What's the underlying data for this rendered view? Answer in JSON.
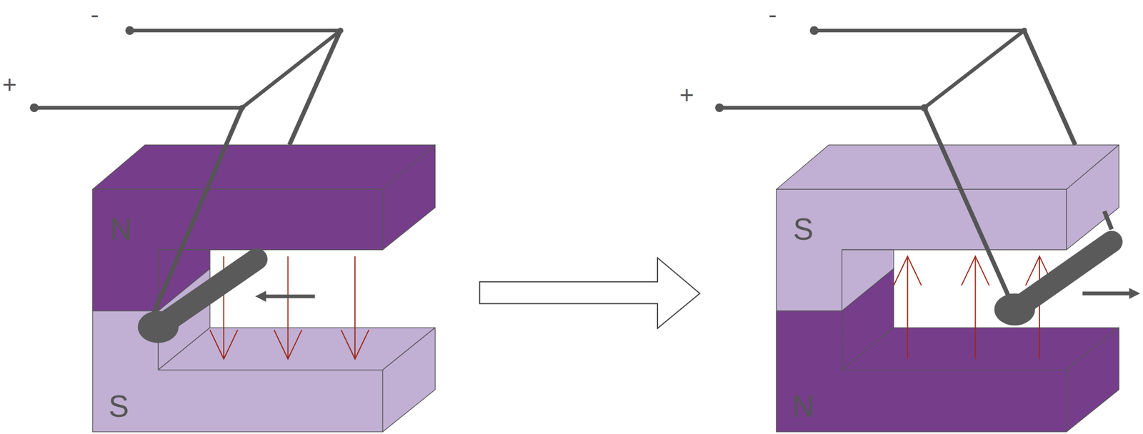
{
  "diagram": {
    "labels": [
      "-",
      "+",
      "N",
      "S",
      "-",
      "+",
      "S",
      "N"
    ]
  }
}
